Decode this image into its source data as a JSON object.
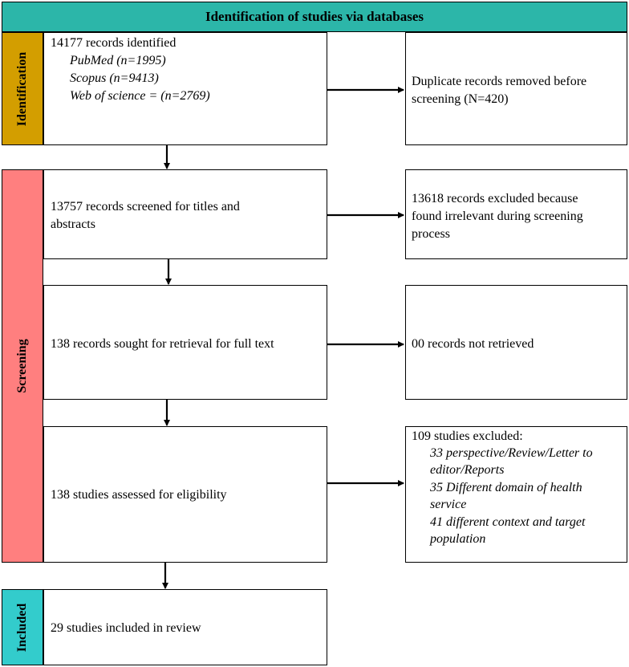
{
  "header": {
    "title": "Identification of studies via databases"
  },
  "stages": {
    "identification": {
      "label": "Identification",
      "color": "#d39e00"
    },
    "screening": {
      "label": "Screening",
      "color": "#ff7f7f"
    },
    "included": {
      "label": "Included",
      "color": "#33cccc"
    }
  },
  "boxes": {
    "identified": {
      "title": "14177 records identified",
      "sources": [
        "PubMed (n=1995)",
        "Scopus (n=9413)",
        "Web of science = (n=2769)"
      ]
    },
    "duplicates": {
      "line1": "Duplicate records removed before",
      "line2": "screening (N=420)"
    },
    "screened": {
      "line1": "13757 records screened for titles and",
      "line2": "abstracts"
    },
    "excluded_screening": {
      "line1": "13618 records excluded because",
      "line2": "found irrelevant during screening",
      "line3": "process"
    },
    "sought": {
      "text": "138 records sought for retrieval for full text"
    },
    "not_retrieved": {
      "text": "00 records not retrieved"
    },
    "assessed": {
      "text": "138 studies assessed for eligibility"
    },
    "excluded_studies": {
      "title": "109 studies excluded:",
      "lines": [
        "33 perspective/Review/Letter to",
        "editor/Reports",
        "35 Different domain of health",
        "service",
        "41 different context and target",
        "population"
      ]
    },
    "included": {
      "text": "29 studies included in review"
    }
  }
}
